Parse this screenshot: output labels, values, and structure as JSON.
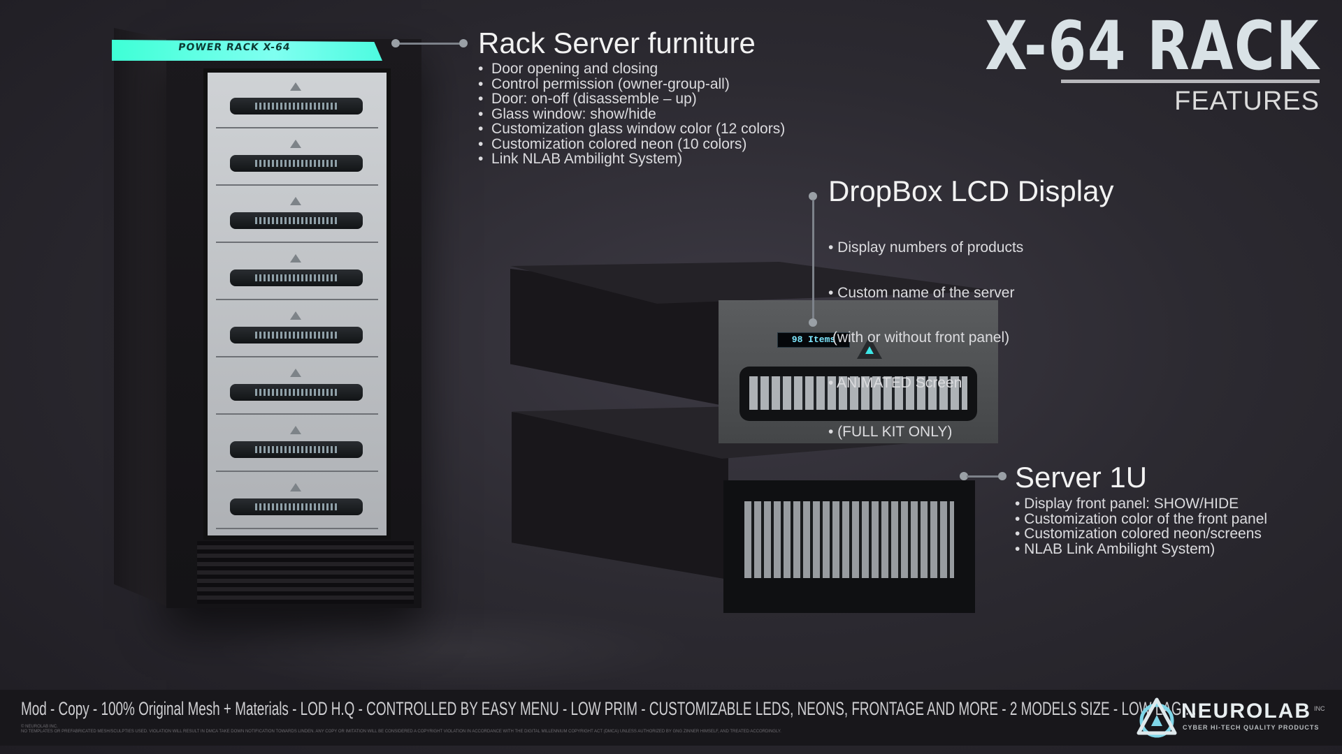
{
  "title": "X-64 RACK",
  "subtitle": "FEATURES",
  "callouts": {
    "rack": {
      "heading": "Rack Server furniture",
      "items": [
        "Door opening and closing",
        "Control permission (owner-group-all)",
        "Door: on-off (disassemble – up)",
        "Glass window: show/hide",
        "Customization glass window color (12 colors)",
        "Customization colored neon (10 colors)",
        "Link NLAB Ambilight System)"
      ]
    },
    "dropbox": {
      "heading": "DropBox LCD Display",
      "items": [
        "• Display numbers of products",
        "• Custom name of the server",
        " (with or without front panel)",
        "• ANIMATED Screen",
        "• (FULL KIT ONLY)"
      ]
    },
    "server": {
      "heading": "Server 1U",
      "items": [
        "• Display front panel: SHOW/HIDE",
        "• Customization color of the front panel",
        "• Customization colored neon/screens",
        "• NLAB Link Ambilight System)"
      ]
    }
  },
  "rack_neon_label": "POWER RACK X-64",
  "lcd_text": "98 Items",
  "footer": {
    "features": "Mod - Copy - 100% Original Mesh + Materials - LOD H.Q - CONTROLLED BY EASY MENU - LOW PRIM - CUSTOMIZABLE LEDS, NEONS, FRONTAGE AND MORE - 2 MODELS SIZE - LOW LAG ...",
    "copyright": "© NEUROLAB INC.",
    "legal": "NO TEMPLATES OR PREFABRICATED MESH/SCULPTIES USED. VIOLATION WILL RESULT IN DMCA TAKE DOWN NOTIFICATION TOWARDS LINDEN. ANY COPY OR IMITATION WILL BE CONSIDERED A COPYRIGHT VIOLATION IN ACCORDANCE WITH THE DIGITAL MILLENNIUM COPYRIGHT ACT (DMCA) UNLESS AUTHORIZED BY GNG ZINNER HIMSELF, AND TREATED ACCORDINGLY."
  },
  "brand": {
    "name": "NEUROLAB",
    "inc": "INC",
    "tagline": "CYBER HI-TECH QUALITY PRODUCTS",
    "logo_icon": "triangle-ring-logo"
  },
  "colors": {
    "neon": "#4dfbe0",
    "lcd_text": "#7ee8ff"
  }
}
